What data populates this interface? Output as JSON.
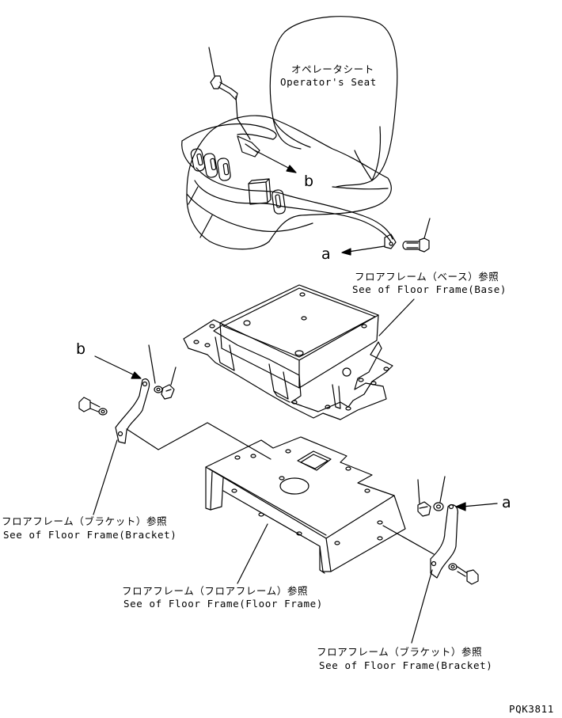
{
  "seat": {
    "label_jp": "オペレータシート",
    "label_en": "Operator's Seat"
  },
  "refs": {
    "base_jp": "フロアフレーム（ベース）参照",
    "base_en": "See of Floor Frame(Base)",
    "bracket_left_jp": "フロアフレーム（ブラケット）参照",
    "bracket_left_en": "See of Floor Frame(Bracket)",
    "floor_jp": "フロアフレーム（フロアフレーム）参照",
    "floor_en": "See of Floor Frame(Floor Frame)",
    "bracket_right_jp": "フロアフレーム（ブラケット）参照",
    "bracket_right_en": "See of Floor Frame(Bracket)"
  },
  "letters": {
    "b_seat": "b",
    "a_seat": "a",
    "b_bracket": "b",
    "a_bracket": "a"
  },
  "code": "PQK3811"
}
